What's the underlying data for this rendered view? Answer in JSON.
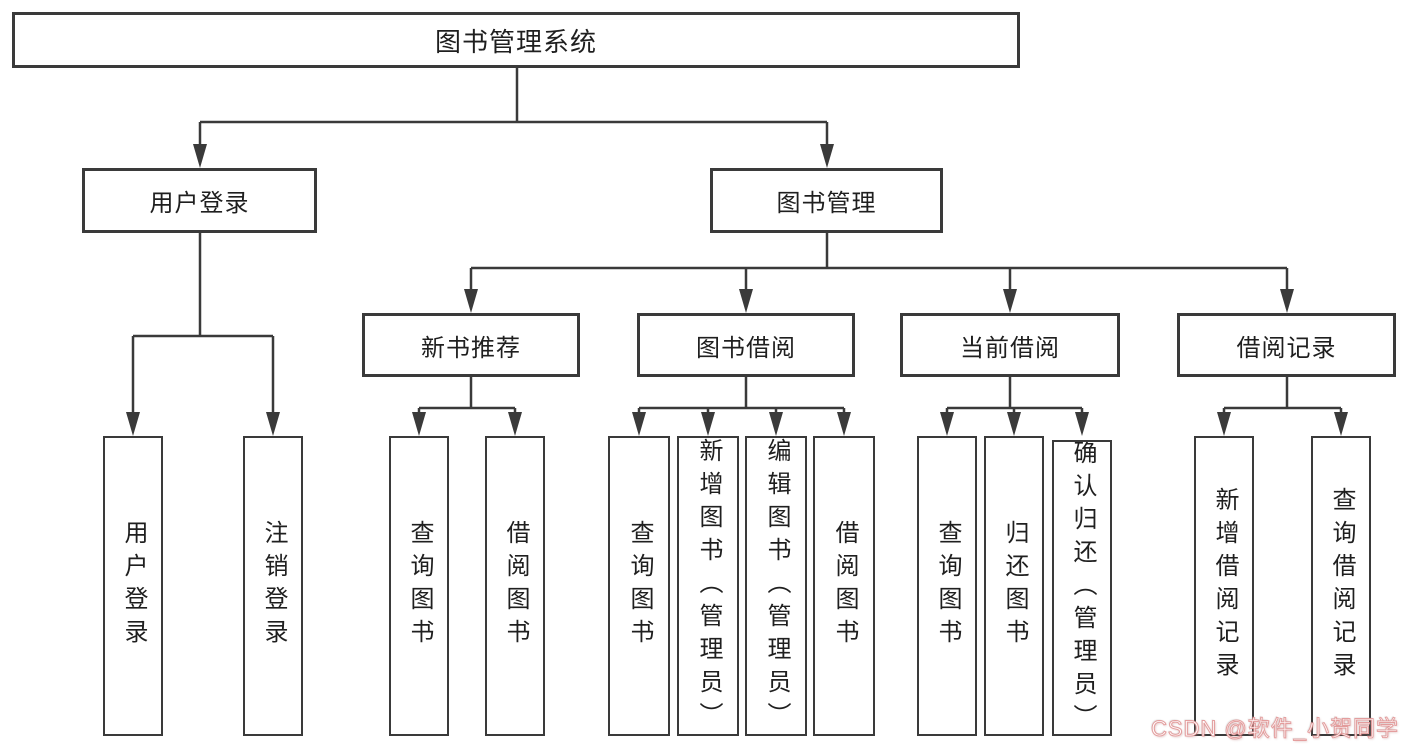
{
  "tree": {
    "label": "图书管理系统",
    "children": [
      {
        "label": "用户登录",
        "children": [
          {
            "label": "用户登录"
          },
          {
            "label": "注销登录"
          }
        ]
      },
      {
        "label": "图书管理",
        "children": [
          {
            "label": "新书推荐",
            "children": [
              {
                "label": "查询图书"
              },
              {
                "label": "借阅图书"
              }
            ]
          },
          {
            "label": "图书借阅",
            "children": [
              {
                "label": "查询图书"
              },
              {
                "label": "新增图书（管理员）"
              },
              {
                "label": "编辑图书（管理员）"
              },
              {
                "label": "借阅图书"
              }
            ]
          },
          {
            "label": "当前借阅",
            "children": [
              {
                "label": "查询图书"
              },
              {
                "label": "归还图书"
              },
              {
                "label": "确认归还（管理员）"
              }
            ]
          },
          {
            "label": "借阅记录",
            "children": [
              {
                "label": "新增借阅记录"
              },
              {
                "label": "查询借阅记录"
              }
            ]
          }
        ]
      }
    ]
  },
  "colors": {
    "line": "#3a3a3a",
    "box_border": "#3a3a3a",
    "text": "#1f1f1f",
    "background": "#ffffff",
    "watermark_fill": "#ffffff",
    "watermark_outline": "#e08a8a"
  },
  "watermark": {
    "text": "CSDN @软件_小贺同学"
  }
}
